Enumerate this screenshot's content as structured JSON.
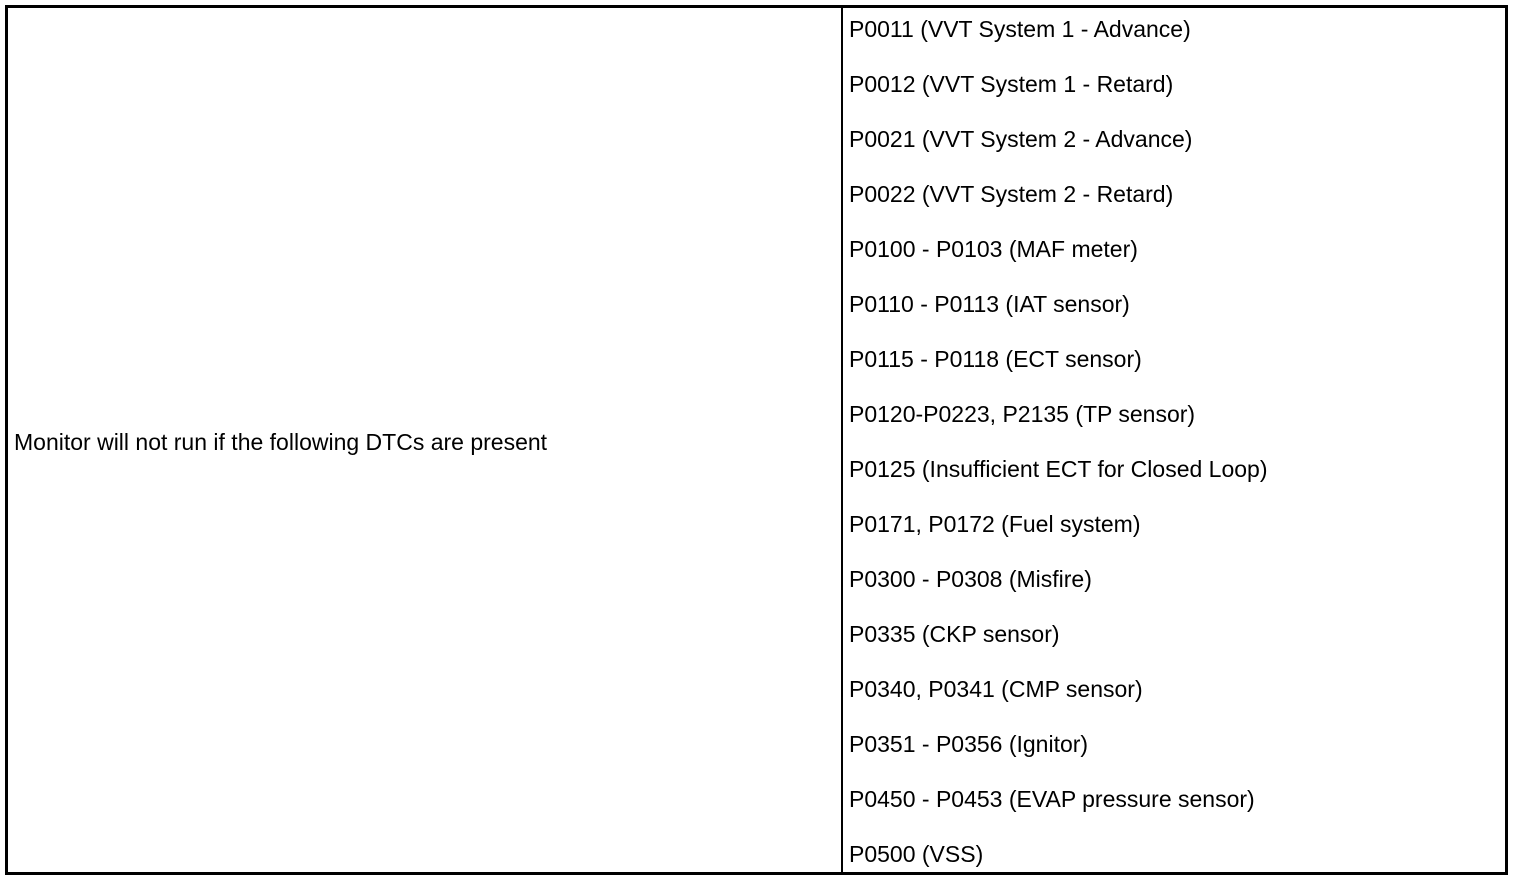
{
  "table": {
    "condition_label": "Monitor will not run if the following DTCs are present",
    "dtcs": [
      "P0011 (VVT System 1 - Advance)",
      "P0012 (VVT System 1 - Retard)",
      "P0021 (VVT System 2 - Advance)",
      "P0022 (VVT System 2 - Retard)",
      "P0100 - P0103 (MAF meter)",
      "P0110 - P0113 (IAT sensor)",
      "P0115 - P0118 (ECT sensor)",
      "P0120-P0223, P2135 (TP sensor)",
      "P0125 (Insufficient ECT for Closed Loop)",
      "P0171, P0172 (Fuel system)",
      "P0300 - P0308 (Misfire)",
      "P0335 (CKP sensor)",
      "P0340, P0341 (CMP sensor)",
      "P0351 - P0356 (Ignitor)",
      "P0450 - P0453 (EVAP pressure sensor)",
      "P0500 (VSS)"
    ]
  }
}
